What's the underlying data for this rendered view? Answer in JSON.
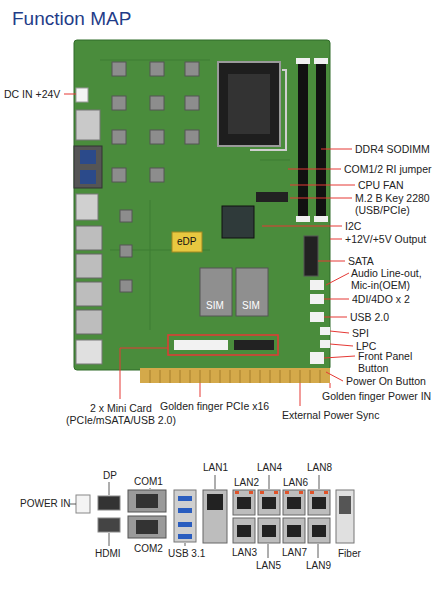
{
  "diagram": {
    "title": "Function MAP",
    "labels": [
      "DC IN +24V",
      "DDR4 SODIMM",
      "COM1/2 RI jumper",
      "CPU FAN",
      "M.2 B Key 2280 (USB/PCIe)",
      "I2C",
      "+12V/+5V Output",
      "SATA",
      "Audio Line-out, Mic-in(OEM)",
      "4DI/4DO x 2",
      "USB 2.0",
      "SPI",
      "LPC",
      "Front Panel Button",
      "Power On Button",
      "Golden finger Power IN",
      "External Power Sync",
      "Golden finger PCIe x16",
      "2 x Mini Card (PCIe/mSATA/USB 2.0)",
      "eDP",
      "SIM",
      "SIM",
      "POWER IN",
      "DP",
      "HDMI",
      "COM1",
      "COM2",
      "USB 3.1",
      "LAN1",
      "LAN2",
      "LAN3",
      "LAN4",
      "LAN5",
      "LAN6",
      "LAN7",
      "LAN8",
      "LAN9",
      "Fiber"
    ]
  }
}
